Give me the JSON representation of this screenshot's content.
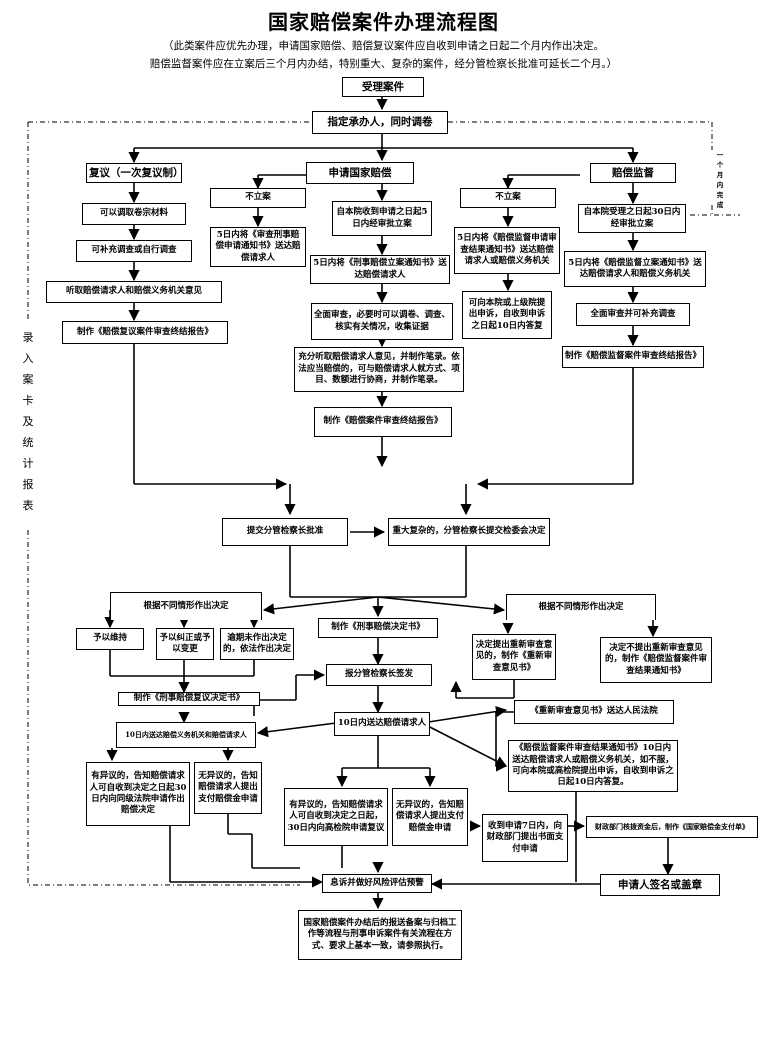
{
  "title": "国家赔偿案件办理流程图",
  "subtitle_line1": "（此类案件应优先办理，申请国家赔偿、赔偿复议案件应自收到申请之日起二个月内作出决定。",
  "subtitle_line2": "赔偿监督案件应在立案后三个月内办结，特别重大、复杂的案件，经分管检察长批准可延长二个月。）",
  "side_label": "录入案卡及统计报表",
  "side_note": "一个月内完成",
  "nodes": {
    "accept": "受理案件",
    "assign": "指定承办人，同时调卷",
    "review": "复议（一次复议制）",
    "apply": "申请国家赔偿",
    "supervise": "赔偿监督",
    "review_1": "可以调取卷宗材料",
    "review_2": "可补充调查或自行调查",
    "review_3": "听取赔偿请求人和赔偿义务机关意见",
    "review_4": "制作《赔偿复议案件审查终结报告》",
    "apply_no": "不立案",
    "apply_no_1": "5日内将《审查刑事赔偿申请通知书》送达赔偿请求人",
    "apply_yes": "自本院收到申请之日起5日内经审批立案",
    "apply_yes_1": "5日内将《刑事赔偿立案通知书》送达赔偿请求人",
    "apply_yes_2": "全面审查，必要时可以调卷、调查、核实有关情况，收集证据",
    "apply_yes_3": "充分听取赔偿请求人意见，并制作笔录。依法应当赔偿的，可与赔偿请求人就方式、项目、数额进行协商，并制作笔录。",
    "apply_yes_4": "制作《赔偿案件审查终结报告》",
    "sup_no": "不立案",
    "sup_no_1": "5日内将《赔偿监督申请审查结果通知书》送达赔偿请求人或赔偿义务机关",
    "sup_no_2": "可向本院或上级院提出申诉，自收到申诉之日起10日内答复",
    "sup_yes": "自本院受理之日起30日内经审批立案",
    "sup_yes_1": "5日内将《赔偿监督立案通知书》送达赔偿请求人和赔偿义务机关",
    "sup_yes_2": "全面审查并可补充调查",
    "sup_yes_3": "制作《赔偿监督案件审查终结报告》",
    "submit_cp": "提交分管检察长批准",
    "submit_comm": "重大复杂的，分管检察长提交检委会决定",
    "decide_left": "根据不同情形作出决定",
    "decide_right": "根据不同情形作出决定",
    "keep": "予以维持",
    "correct": "予以纠正或予以变更",
    "overdue": "逾期未作出决定的，依法作出决定",
    "make_decision": "制作《刑事赔偿决定书》",
    "renew": "决定提出重新审查意见的，制作《重新审查意见书》",
    "no_renew": "决定不提出重新审查意见的，制作《赔偿监督案件审查结果通知书》",
    "sign": "报分管检察长签发",
    "review_decision": "制作《刑事赔偿复议决定书》",
    "deliver_review": "10日内送达赔偿义务机关和赔偿请求人",
    "deliver_apply": "10日内送达赔偿请求人",
    "deliver_court": "《重新审查意见书》送达人民法院",
    "deliver_result": "《赔偿监督案件审查结果通知书》10日内送达赔偿请求人或赔偿义务机关，如不服，可向本院或高检院提出申诉，自收到申诉之日起10日内答复。",
    "review_obj": "有异议的，告知赔偿请求人可自收到决定之日起30日内向同级法院申请作出赔偿决定",
    "review_noobj": "无异议的，告知赔偿请求人提出支付赔偿金申请",
    "apply_obj": "有异议的，告知赔偿请求人可自收到决定之日起，30日内向高检院申请复议",
    "apply_noobj": "无异议的，告知赔偿请求人提出支付赔偿金申请",
    "receive_apply": "收到申请7日内，向财政部门提出书面支付申请",
    "finance": "财政部门核拨资金后，制作《国家赔偿金支付单》",
    "sign_seal": "申请人签名或盖章",
    "close": "息诉并做好风险评估预警",
    "archive": "国家赔偿案件办结后的报送备案与归档工作等流程与刑事申诉案件有关流程在方式、要求上基本一致，请参照执行。"
  }
}
